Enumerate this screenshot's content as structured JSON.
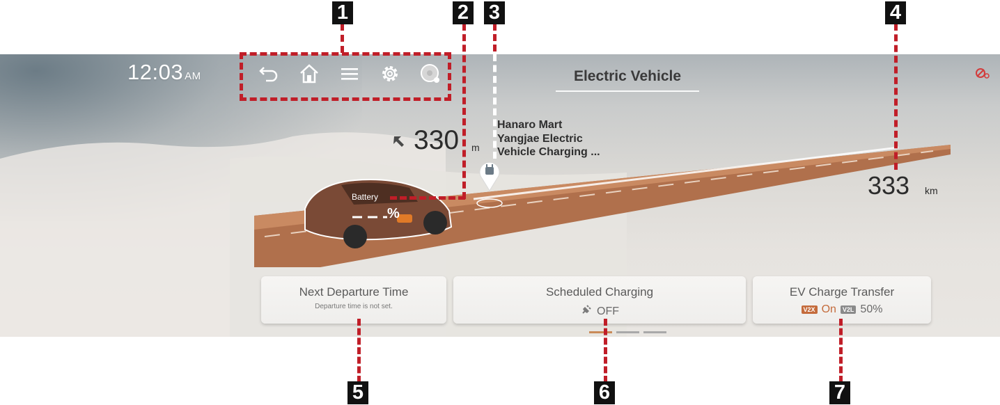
{
  "clock": {
    "time": "12:03",
    "ampm": "AM"
  },
  "header": {
    "title": "Electric Vehicle"
  },
  "toolbar": {
    "icons": [
      "back-icon",
      "home-icon",
      "menu-icon",
      "settings-icon",
      "media-icon"
    ]
  },
  "navigation": {
    "distance_value": "330",
    "distance_unit": "m",
    "poi_lines": [
      "Hanaro Mart",
      "Yangjae Electric",
      "Vehicle Charging ..."
    ]
  },
  "battery": {
    "label": "Battery",
    "percent_value": "%"
  },
  "range": {
    "value": "333",
    "unit": "km"
  },
  "cards": {
    "departure": {
      "title": "Next Departure Time",
      "subtitle": "Departure time is not set."
    },
    "scheduled": {
      "title": "Scheduled Charging",
      "status": "OFF"
    },
    "transfer": {
      "title": "EV Charge Transfer",
      "v2x_tag": "V2X",
      "v2x_status": "On",
      "v2l_tag": "V2L",
      "v2l_value": "50%"
    }
  },
  "pager": {
    "count": 3,
    "active": 0
  },
  "callouts": [
    "1",
    "2",
    "3",
    "4",
    "5",
    "6",
    "7"
  ],
  "colors": {
    "callout_red": "#c01e28",
    "accent_copper": "#c98a58",
    "v2x_tag": "#c46b3b",
    "v2l_tag": "#8a8a8a"
  }
}
